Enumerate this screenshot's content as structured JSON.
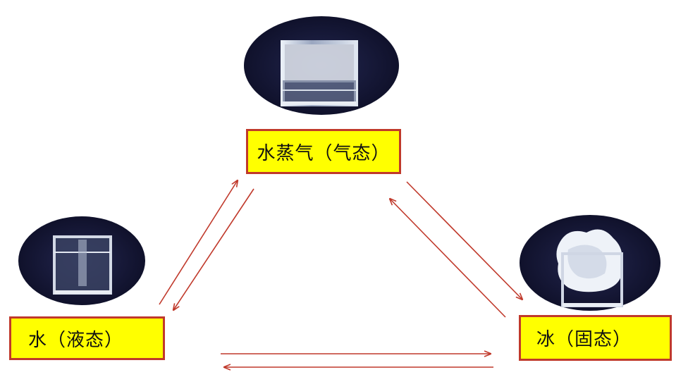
{
  "diagram": {
    "states": {
      "vapor": {
        "label": "水蒸气（气态）"
      },
      "liquid": {
        "label": "水（液态）"
      },
      "solid": {
        "label": "冰（固态）"
      }
    },
    "colors": {
      "label_fill": "#ffff00",
      "label_border": "#c0392b",
      "arrow": "#c0392b",
      "photo_background": "#15173a"
    },
    "photo_icons": {
      "vapor": "glass-with-steam-photo",
      "liquid": "glass-of-water-photo",
      "solid": "glass-of-ice-photo"
    }
  }
}
